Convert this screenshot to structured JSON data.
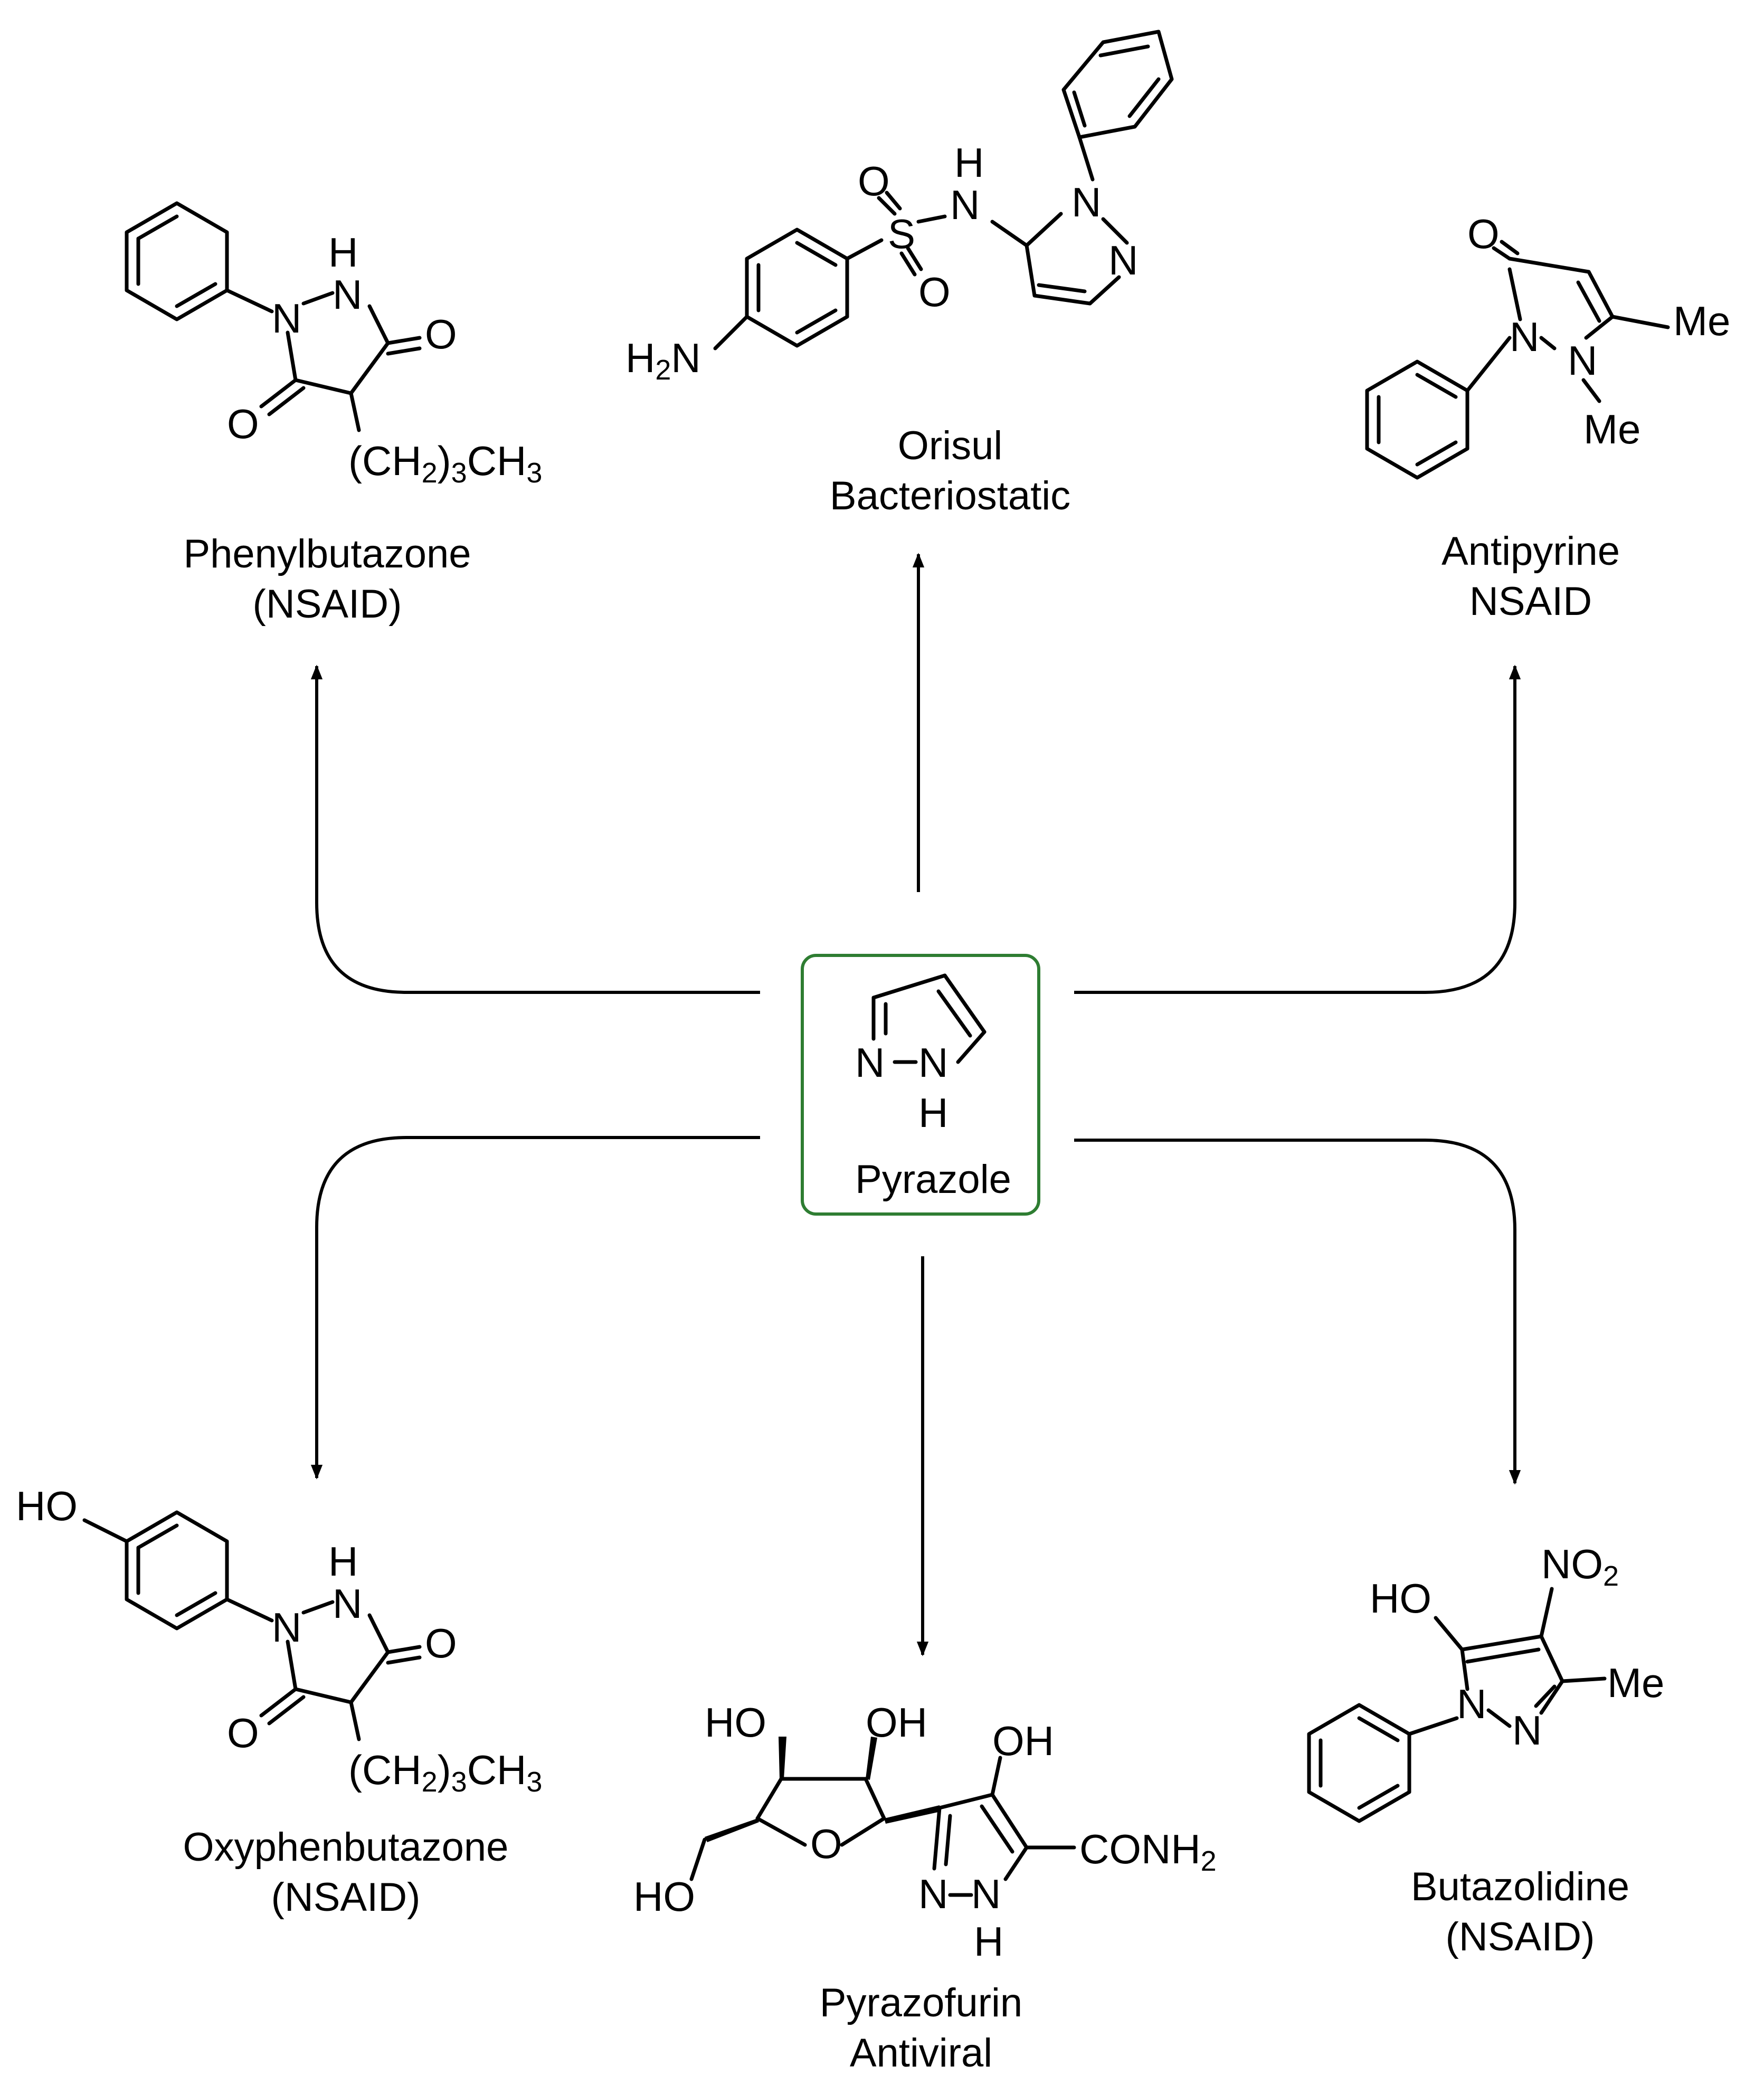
{
  "center": {
    "name": "Pyrazole",
    "atoms": [
      "N",
      "N",
      "H"
    ],
    "border_color": "#2e7d32"
  },
  "compounds": {
    "phenylbutazone": {
      "name": "Phenylbutazone",
      "category": "(NSAID)",
      "atoms": [
        "H",
        "N",
        "N",
        "O",
        "O",
        "(CH",
        "2",
        ")",
        "3",
        "CH",
        "3"
      ]
    },
    "orisul": {
      "name": "Orisul",
      "category": "Bacteriostatic",
      "atoms": [
        "H",
        "N",
        "S",
        "O",
        "O",
        "N",
        "N",
        "H",
        "2",
        "N"
      ]
    },
    "antipyrine": {
      "name": "Antipyrine",
      "category": "NSAID",
      "atoms": [
        "O",
        "N",
        "N",
        "Me",
        "Me"
      ]
    },
    "oxyphenbutazone": {
      "name": "Oxyphenbutazone",
      "category": "(NSAID)",
      "atoms": [
        "HO",
        "H",
        "N",
        "N",
        "O",
        "O",
        "(CH",
        "2",
        ")",
        "3",
        "CH",
        "3"
      ]
    },
    "pyrazofurin": {
      "name": "Pyrazofurin",
      "category": "Antiviral",
      "atoms": [
        "HO",
        "OH",
        "OH",
        "O",
        "HO",
        "CONH",
        "2",
        "N",
        "N",
        "H"
      ]
    },
    "butazolidine": {
      "name": "Butazolidine",
      "category": "(NSAID)",
      "atoms": [
        "NO",
        "2",
        "HO",
        "Me",
        "N",
        "N"
      ]
    }
  },
  "colors": {
    "line": "#000000",
    "center_border": "#2e7d32"
  }
}
